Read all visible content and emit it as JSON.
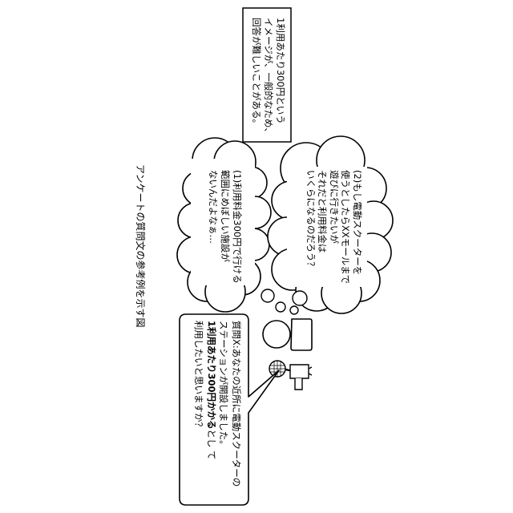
{
  "figure_title": "アンケートの質問文の参考例を示す図",
  "note_box": {
    "lines": [
      "1利用あたり300円という",
      "イメージが、一般的なため、",
      "回答が難しいことがある。"
    ]
  },
  "thought_bubble_1": {
    "lines": [
      "(1)利用料金300円で行ける",
      "範囲にめぼしい施設が",
      "ないんだよなぁ…"
    ]
  },
  "thought_bubble_2": {
    "lines": [
      "(2)もし電動スクーターを",
      "使うとしたらXXモールまで",
      "遊びに行きたいが",
      "それだと利用料金は",
      "いくらになるのだろう？"
    ]
  },
  "question_box": {
    "line1": "質問X:あなたの近所に電動スクーターの",
    "line2": "ステーションが開設しました。",
    "line3_bold": "1利用あたり300円かかる",
    "line3_rest": "とし て",
    "line4": "利用したいと思いますか？"
  },
  "icons": {
    "person": "person-icon",
    "microphone": "microphone-icon"
  }
}
